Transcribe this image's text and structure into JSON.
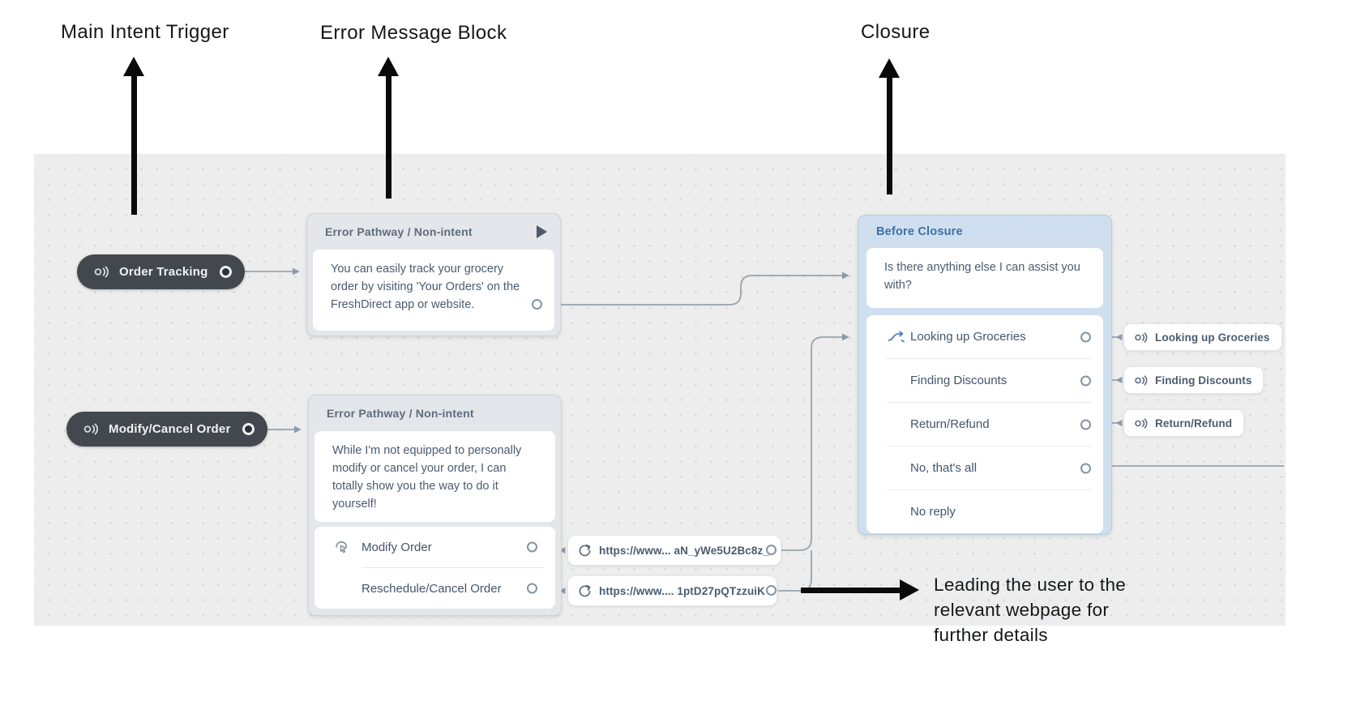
{
  "annotations": {
    "labels": [
      {
        "text": "Main Intent Trigger"
      },
      {
        "text": "Error Message Block"
      },
      {
        "text": "Closure"
      }
    ],
    "side_note": {
      "line1": "Leading the user to the",
      "line2": "relevant webpage for",
      "line3": "further details"
    }
  },
  "flow": {
    "intents": [
      {
        "label": "Order Tracking"
      },
      {
        "label": "Modify/Cancel Order"
      }
    ],
    "error_block_1": {
      "title": "Error Pathway / Non-intent",
      "message": "You can easily track your grocery order by visiting 'Your Orders' on the FreshDirect app or website."
    },
    "error_block_2": {
      "title": "Error Pathway / Non-intent",
      "message": "While I'm not equipped to personally modify or cancel your order, I can totally show you the way to do it yourself!",
      "buttons": [
        {
          "label": "Modify Order"
        },
        {
          "label": "Reschedule/Cancel Order"
        }
      ]
    },
    "url_chips": [
      {
        "label": "https://www... aN_yWe5U2Bc8z_"
      },
      {
        "label": "https://www.... 1ptD27pQTzzuiK"
      }
    ],
    "closure_block": {
      "title": "Before Closure",
      "message": "Is there anything else I can assist you with?",
      "choices": [
        {
          "label": "Looking up Groceries"
        },
        {
          "label": "Finding Discounts"
        },
        {
          "label": "Return/Refund"
        },
        {
          "label": "No, that's all"
        },
        {
          "label": "No reply"
        }
      ]
    },
    "intent_chips": [
      {
        "label": "Looking up Groceries"
      },
      {
        "label": "Finding Discounts"
      },
      {
        "label": "Return/Refund"
      }
    ]
  },
  "colors": {
    "canvas_bg": "#ecedec",
    "pill_bg": "#42484e",
    "gray_card_bg": "#e3e6ea",
    "blue_card_bg": "#cfdfef",
    "blue_card_title": "#3d70a4",
    "card_title": "#5e6d7d",
    "body_text": "#4b5b6f",
    "connector": "#97a3b1",
    "choice_icon_blue": "#4f7fb8",
    "annotation": "#0a0a0a"
  }
}
